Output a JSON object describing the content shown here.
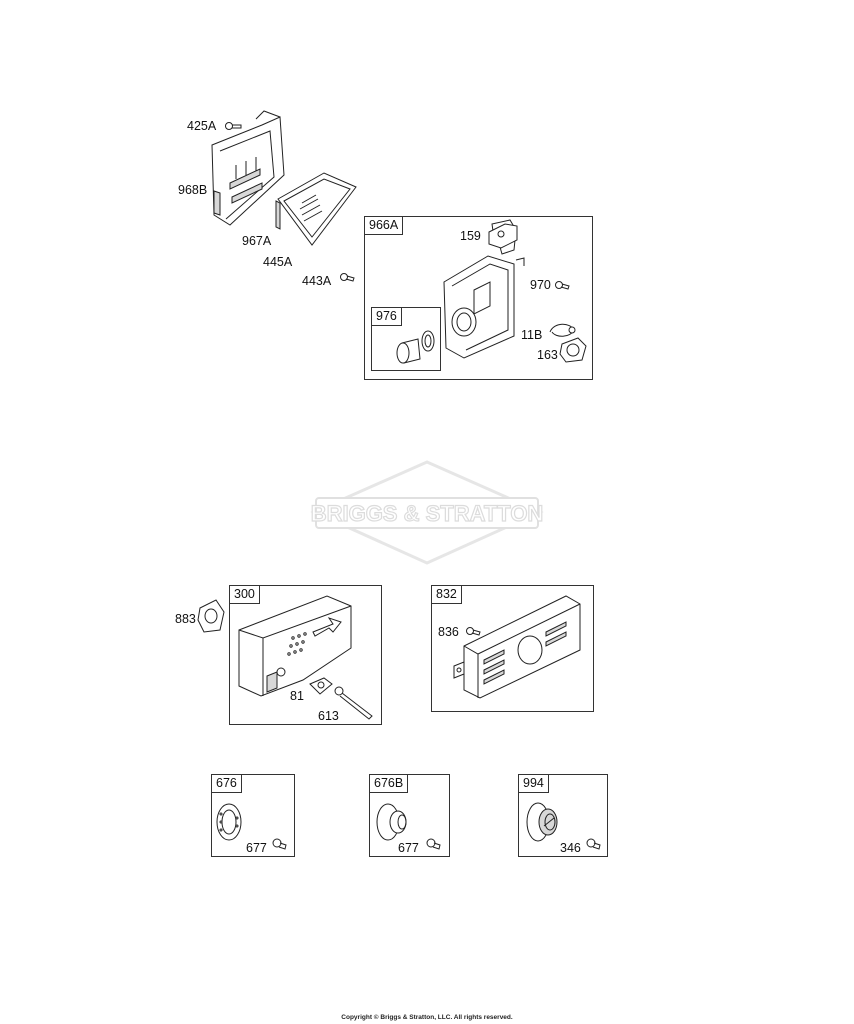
{
  "labels": {
    "p425A": "425A",
    "p968B": "968B",
    "p967A": "967A",
    "p445A": "445A",
    "p443A": "443A",
    "p159": "159",
    "p970": "970",
    "p11B": "11B",
    "p163": "163",
    "p883": "883",
    "p81": "81",
    "p613": "613",
    "p836": "836",
    "p677a": "677",
    "p677b": "677",
    "p346": "346"
  },
  "groups": {
    "g966A": "966A",
    "g976": "976",
    "g300": "300",
    "g832": "832",
    "g676": "676",
    "g676B": "676B",
    "g994": "994"
  },
  "watermark": "BRIGGS & STRATTON",
  "footer": "Copyright © Briggs & Stratton, LLC. All rights reserved."
}
